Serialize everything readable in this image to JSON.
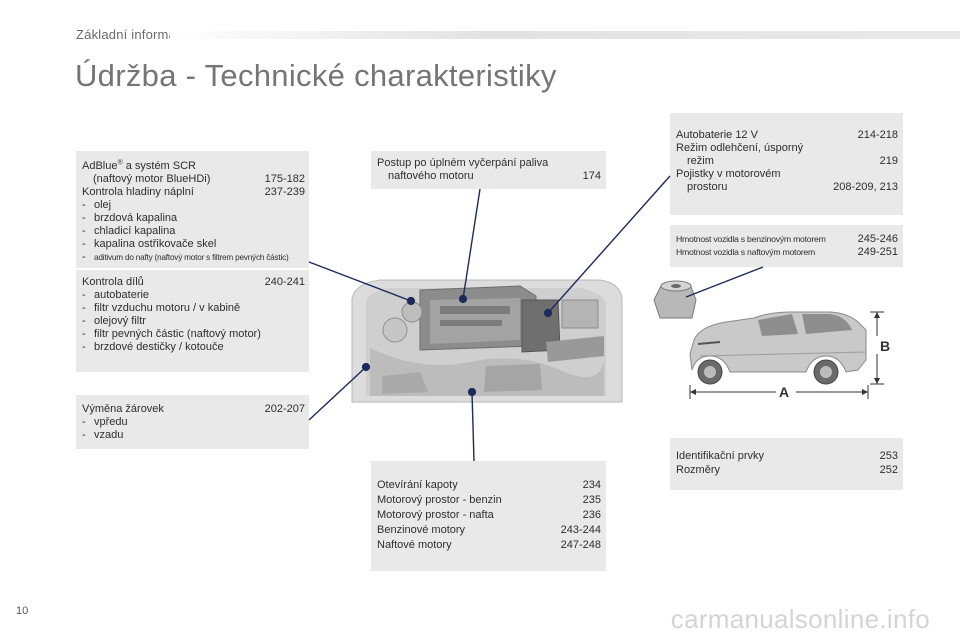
{
  "header": {
    "section": "Základní informace",
    "title": "Údržba - Technické charakteristiky"
  },
  "page_number": "10",
  "watermark": "carmanualsonline.info",
  "boxes": {
    "adblue": {
      "title_pre": "AdBlue",
      "title_sup": "®",
      "title_post": " a systém SCR",
      "title_line2": "(naftový motor BlueHDi)",
      "title_pages": "175-182",
      "levels_label": "Kontrola hladiny náplní",
      "levels_pages": "237-239",
      "dash": "-",
      "items": [
        "olej",
        "brzdová kapalina",
        "chladicí kapalina",
        "kapalina ostřikovače skel",
        "aditivum do nafty (naftový motor s filtrem pevných částic)"
      ]
    },
    "parts": {
      "label": "Kontrola dílů",
      "pages": "240-241",
      "items": [
        "autobaterie",
        "filtr vzduchu motoru / v kabině",
        "olejový filtr",
        "filtr pevných částic (naftový motor)",
        "brzdové destičky / kotouče"
      ]
    },
    "bulbs": {
      "label": "Výměna žárovek",
      "pages": "202-207",
      "items": [
        "vpředu",
        "vzadu"
      ]
    },
    "fuel": {
      "line1": "Postup po úplném vyčerpání paliva",
      "line2": "naftového motoru",
      "pages": "174"
    },
    "engine": {
      "rows": [
        {
          "label": "Otevírání kapoty",
          "pages": "234"
        },
        {
          "label": "Motorový prostor - benzin",
          "pages": "235"
        },
        {
          "label": "Motorový prostor - nafta",
          "pages": "236"
        },
        {
          "label": "Benzinové motory",
          "pages": "243-244"
        },
        {
          "label": "Naftové motory",
          "pages": "247-248"
        }
      ]
    },
    "battery": {
      "r1_label": "Autobaterie 12 V",
      "r1_pages": "214-218",
      "r2_label1": "Režim odlehčení, úsporný",
      "r2_label2": "režim",
      "r2_pages": "219",
      "r3_label1": "Pojistky v motorovém",
      "r3_label2": "prostoru",
      "r3_pages": "208-209, 213"
    },
    "weights": {
      "rows": [
        {
          "label": "Hmotnost vozidla s benzinovým motorem",
          "pages": "245-246"
        },
        {
          "label": "Hmotnost vozidla s naftovým motorem",
          "pages": "249-251"
        }
      ]
    },
    "ident": {
      "rows": [
        {
          "label": "Identifikační prvky",
          "pages": "253"
        },
        {
          "label": "Rozměry",
          "pages": "252"
        }
      ]
    }
  },
  "car_diagram": {
    "length_label": "A",
    "height_label": "B"
  }
}
